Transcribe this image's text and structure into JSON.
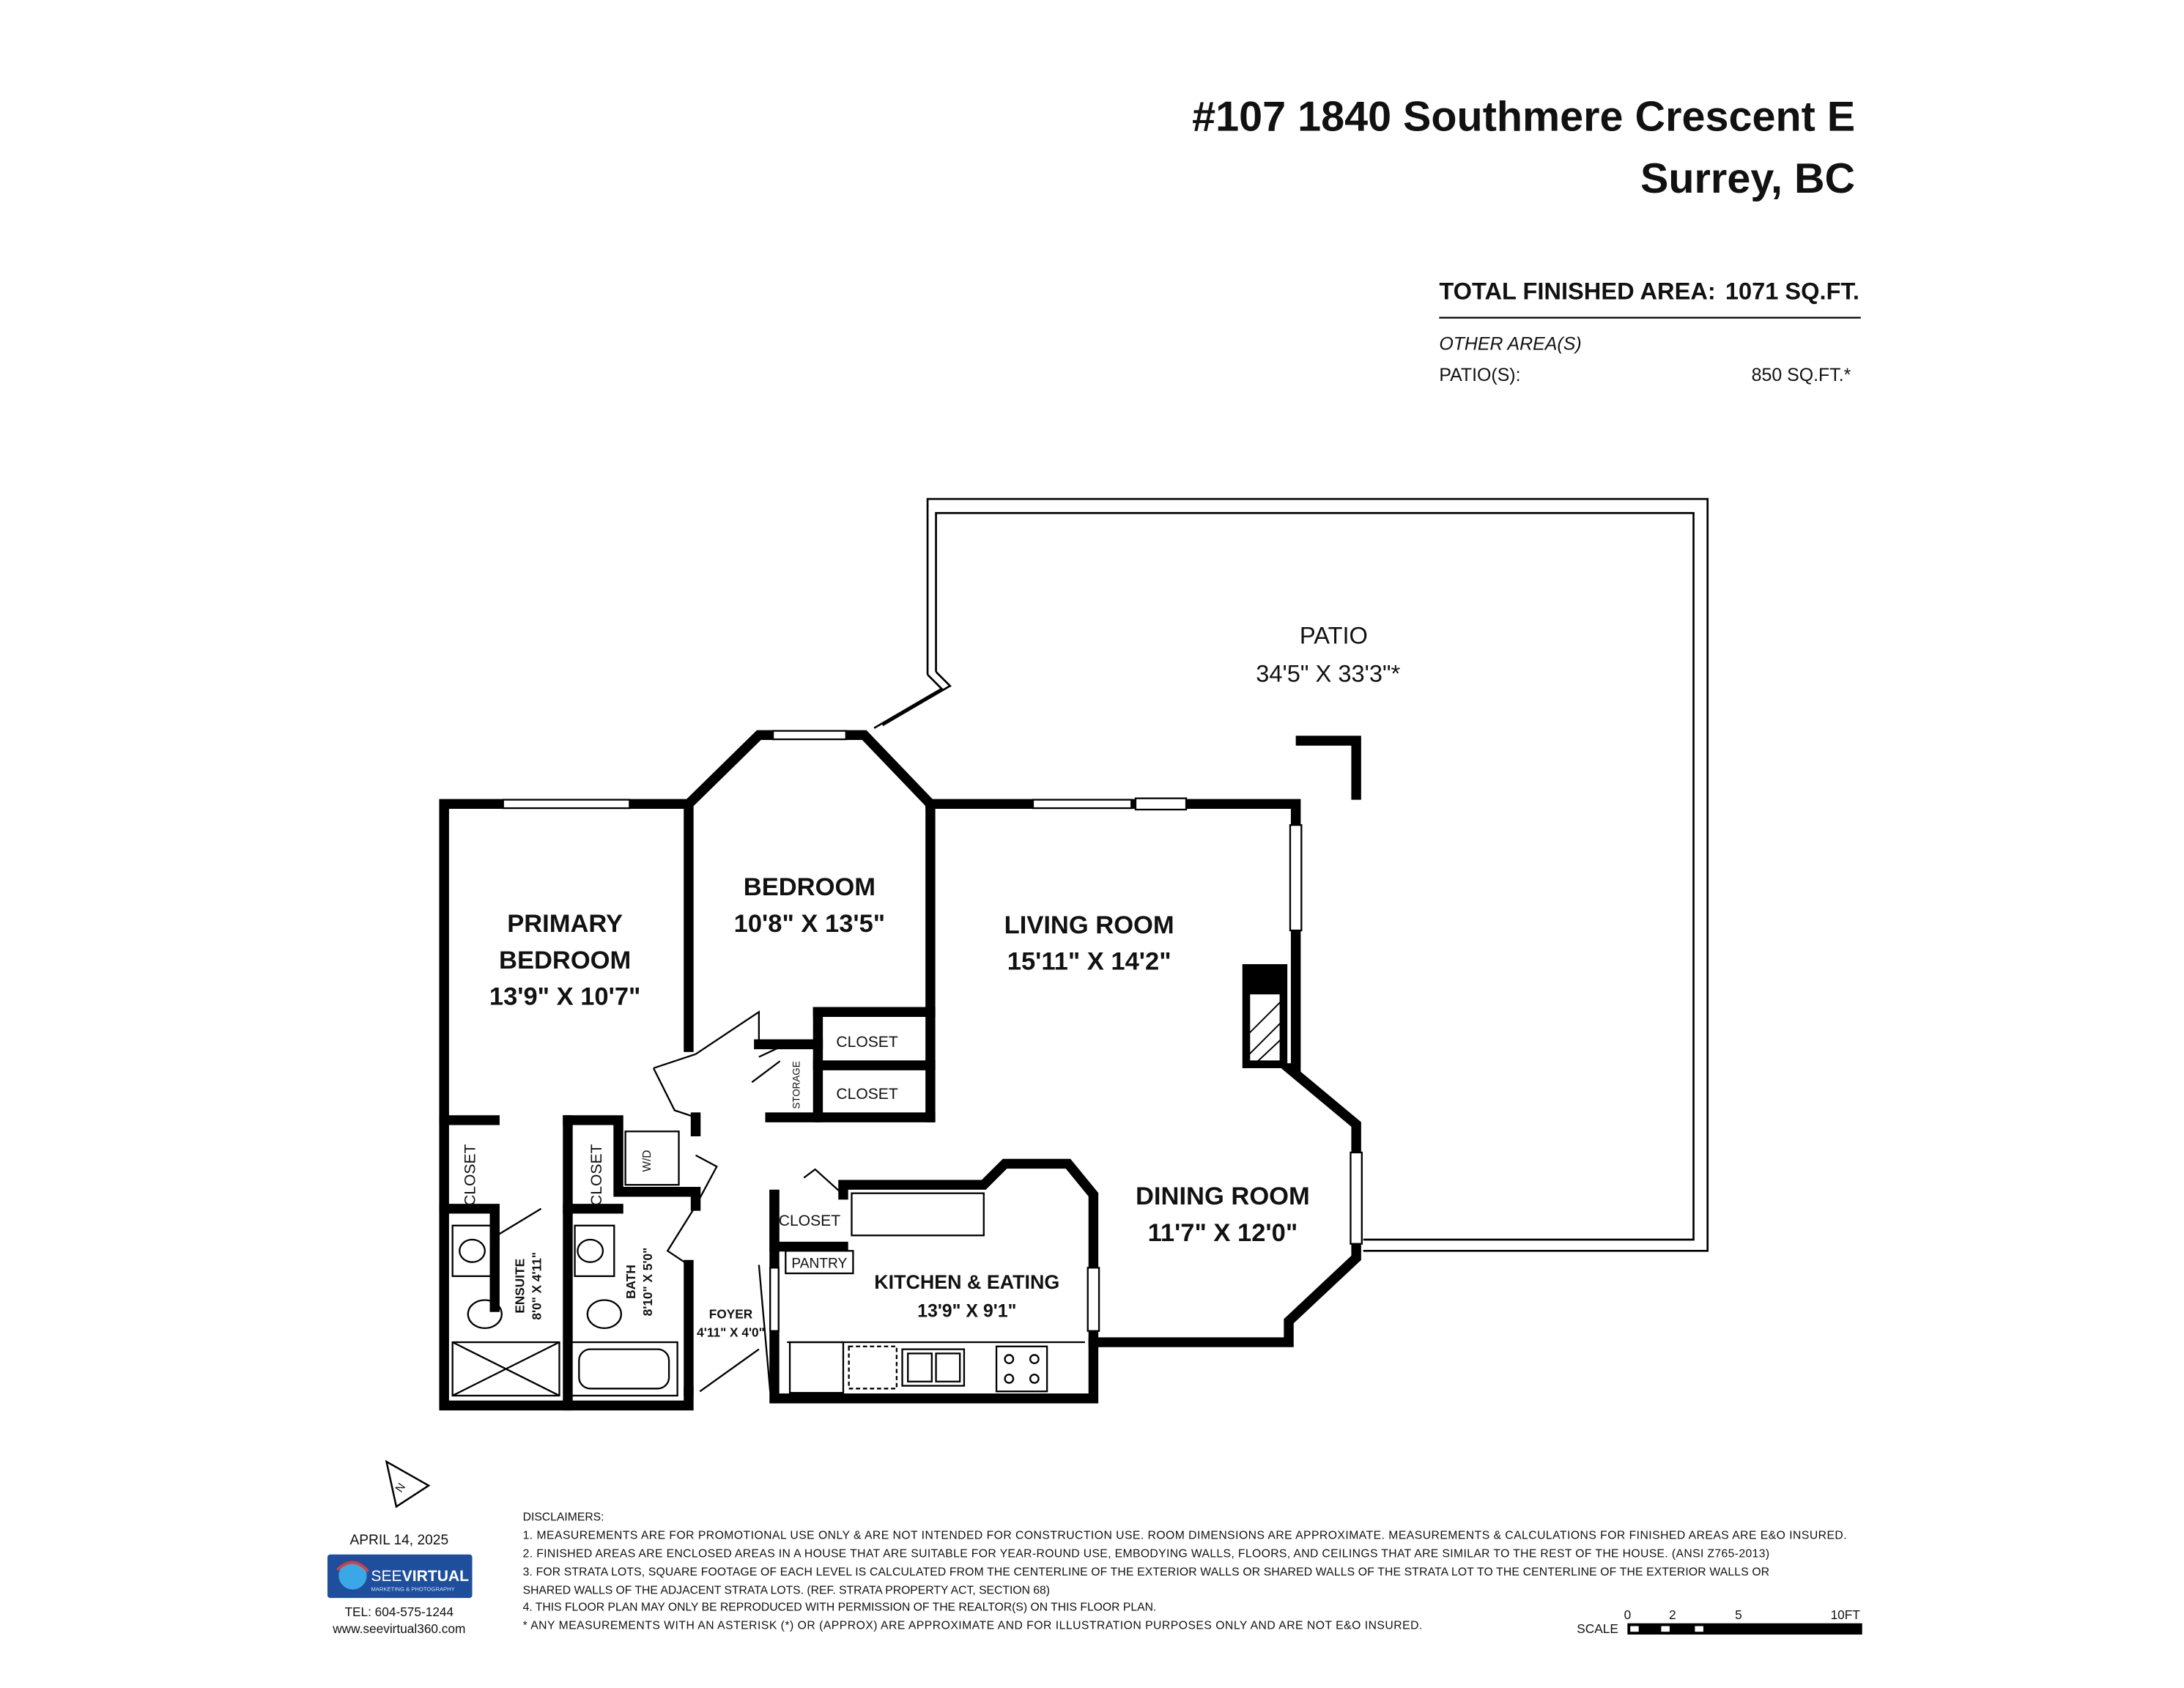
{
  "header": {
    "address_line1": "#107 1840 Southmere Crescent E",
    "address_line2": "Surrey, BC"
  },
  "areas": {
    "total_label": "TOTAL FINISHED AREA:",
    "total_value": "1071 SQ.FT.",
    "other_label": "OTHER AREA(S)",
    "patio_label": "PATIO(S):",
    "patio_value": "850 SQ.FT.*"
  },
  "rooms": {
    "patio": {
      "name": "PATIO",
      "dims": "34'5\" X 33'3\"*"
    },
    "primary": {
      "name1": "PRIMARY",
      "name2": "BEDROOM",
      "dims": "13'9\" X 10'7\""
    },
    "bedroom": {
      "name": "BEDROOM",
      "dims": "10'8\" X 13'5\""
    },
    "living": {
      "name": "LIVING ROOM",
      "dims": "15'11\" X 14'2\""
    },
    "dining": {
      "name": "DINING ROOM",
      "dims": "11'7\" X 12'0\""
    },
    "kitchen": {
      "name": "KITCHEN & EATING",
      "dims": "13'9\" X 9'1\""
    },
    "foyer": {
      "name": "FOYER",
      "dims": "4'11\" X 4'0\""
    },
    "ensuite": {
      "name": "ENSUITE",
      "dims": "8'0\" X 4'11\""
    },
    "bath": {
      "name": "BATH",
      "dims": "8'10\" X 5'0\""
    },
    "closet": "CLOSET",
    "storage": "STORAGE",
    "pantry": "PANTRY",
    "wd": "W/D"
  },
  "compass": {
    "label": "N"
  },
  "footer": {
    "date": "APRIL 14, 2025",
    "logo": {
      "brand_light": "SEE",
      "brand_bold": "VIRTUAL",
      "tagline": "MARKETING & PHOTOGRAPHY",
      "color": "#1f4f9c"
    },
    "tel": "TEL: 604-575-1244",
    "web": "www.seevirtual360.com",
    "disclaimers": [
      "DISCLAIMERS:",
      "1. MEASUREMENTS ARE FOR PROMOTIONAL USE ONLY & ARE NOT INTENDED FOR CONSTRUCTION USE. ROOM DIMENSIONS ARE APPROXIMATE. MEASUREMENTS & CALCULATIONS FOR FINISHED AREAS ARE E&O INSURED.",
      "2. FINISHED AREAS ARE ENCLOSED AREAS IN A HOUSE THAT ARE SUITABLE FOR YEAR-ROUND USE, EMBODYING WALLS, FLOORS, AND CEILINGS THAT ARE SIMILAR TO THE REST OF THE HOUSE. (ANSI Z765-2013)",
      "3. FOR STRATA LOTS, SQUARE FOOTAGE OF EACH LEVEL IS CALCULATED FROM THE CENTERLINE OF THE EXTERIOR WALLS OR SHARED WALLS OF THE STRATA LOT TO THE CENTERLINE OF THE EXTERIOR WALLS OR",
      "SHARED WALLS OF THE ADJACENT STRATA LOTS. (REF. STRATA PROPERTY ACT, SECTION 68)",
      "4. THIS FLOOR PLAN MAY ONLY BE REPRODUCED WITH PERMISSION OF THE REALTOR(S) ON THIS FLOOR PLAN.",
      "* ANY MEASUREMENTS WITH AN ASTERISK (*) OR (APPROX) ARE APPROXIMATE AND FOR ILLUSTRATION PURPOSES ONLY AND ARE NOT E&O INSURED."
    ],
    "scale": {
      "label": "SCALE",
      "ticks": [
        "0",
        "2",
        "5",
        "10FT"
      ]
    }
  }
}
